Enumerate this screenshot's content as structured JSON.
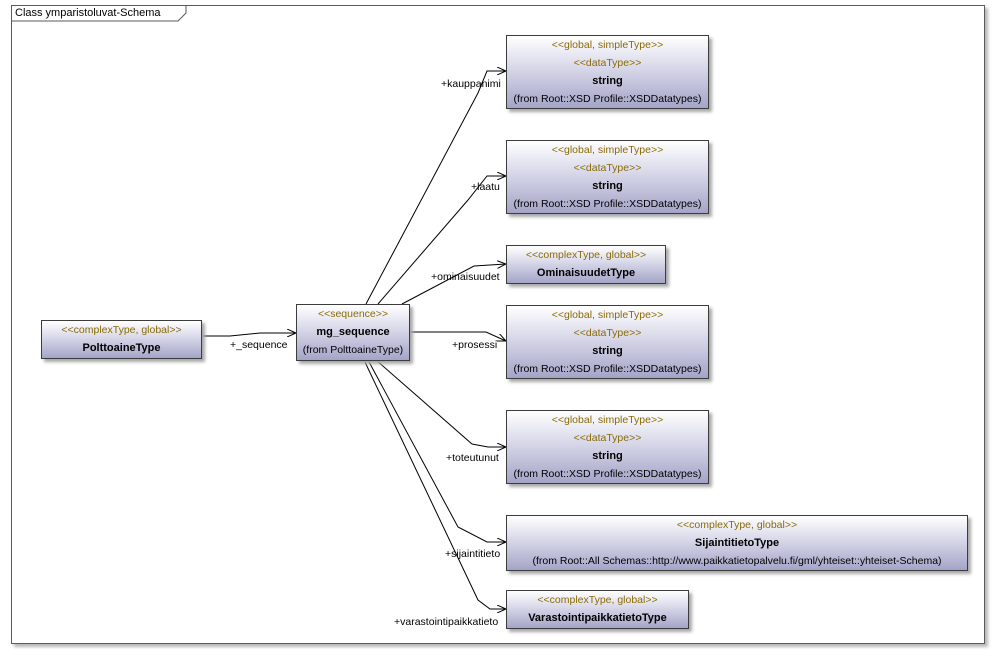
{
  "frame": {
    "title": "Class ymparistoluvat-Schema"
  },
  "classes": {
    "polttoaine": {
      "stereotype": "<<complexType, global>>",
      "name": "PolttoaineType"
    },
    "mg_sequence": {
      "stereotype": "<<sequence>>",
      "name": "mg_sequence",
      "from": "(from PolttoaineType)"
    },
    "kauppanimi": {
      "stereotype": "<<global, simpleType>>",
      "stereotype2": "<<dataType>>",
      "name": "string",
      "from": "(from Root::XSD Profile::XSDDatatypes)"
    },
    "laatu": {
      "stereotype": "<<global, simpleType>>",
      "stereotype2": "<<dataType>>",
      "name": "string",
      "from": "(from Root::XSD Profile::XSDDatatypes)"
    },
    "ominaisuudet": {
      "stereotype": "<<complexType, global>>",
      "name": "OminaisuudetType"
    },
    "prosessi": {
      "stereotype": "<<global, simpleType>>",
      "stereotype2": "<<dataType>>",
      "name": "string",
      "from": "(from Root::XSD Profile::XSDDatatypes)"
    },
    "toteutunut": {
      "stereotype": "<<global, simpleType>>",
      "stereotype2": "<<dataType>>",
      "name": "string",
      "from": "(from Root::XSD Profile::XSDDatatypes)"
    },
    "sijaintitieto": {
      "stereotype": "<<complexType, global>>",
      "name": "SijaintitietoType",
      "from": "(from Root::All Schemas::http://www.paikkatietopalvelu.fi/gml/yhteiset::yhteiset-Schema)"
    },
    "varastointi": {
      "stereotype": "<<complexType, global>>",
      "name": "VarastointipaikkatietoType"
    }
  },
  "roles": {
    "sequence": "+_sequence",
    "kauppanimi": "+kauppanimi",
    "laatu": "+laatu",
    "ominaisuudet": "+ominaisuudet",
    "prosessi": "+prosessi",
    "toteutunut": "+toteutunut",
    "sijaintitieto": "+sijaintitieto",
    "varastointipaikkatieto": "+varastointipaikkatieto"
  }
}
